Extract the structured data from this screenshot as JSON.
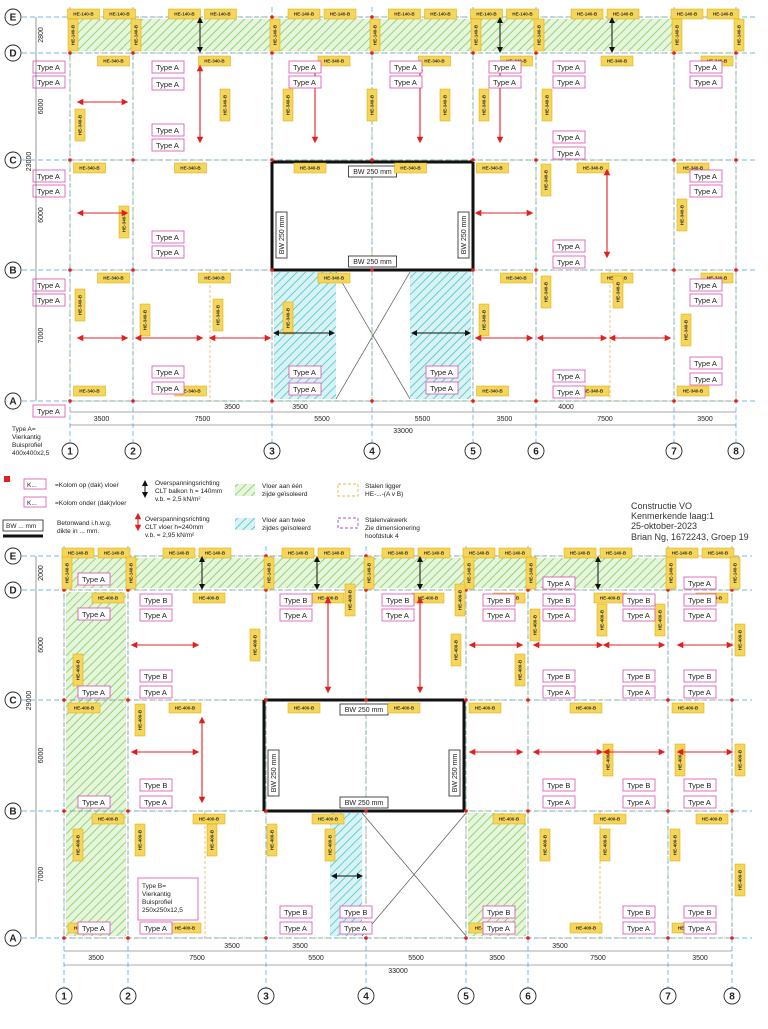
{
  "title_block": {
    "line1": "Constructie VO",
    "line2": "Kenmerkende laag:1",
    "line3": "25-oktober-2023",
    "line4": "Brian Ng, 1672243, Groep 19"
  },
  "legend": {
    "kolom_symbol": "K...",
    "kolom_op": "=Kolom op (dak) vloer",
    "kolom_onder": "=Kolom onder (dak)vloer",
    "bw_symbol": "BW ... mm",
    "betonwand_1": "Betonwand i.h.w.g.",
    "betonwand_2": "dikte in ... mm.",
    "overspanning_balkon_1": "Overspanningsrichting",
    "overspanning_balkon_2": "CLT balkon h = 140mm",
    "overspanning_balkon_3": "v.b. = 2,5 kN/m²",
    "overspanning_vloer_1": "Overspanningsrichting",
    "overspanning_vloer_2": "CLT vloer h=240mm",
    "overspanning_vloer_3": "v.b. = 2,95 kN/m²",
    "vloer_een_1": "Vloer aan één",
    "vloer_een_2": "zijde geïsoleerd",
    "vloer_twee_1": "Vloer aan twee",
    "vloer_twee_2": "zijdes geïsoleerd",
    "stalen_ligger_1": "Stalen ligger",
    "stalen_ligger_2": "HE-...-(A v B)",
    "stalen_vakwerk_1": "Stalenvakwerk",
    "stalen_vakwerk_2": "Zie dimensionering",
    "stalen_vakwerk_3": "hoofdstuk 4"
  },
  "plan1": {
    "grid_cols": [
      "1",
      "2",
      "3",
      "4",
      "5",
      "6",
      "7",
      "8"
    ],
    "grid_rows": [
      "E",
      "D",
      "C",
      "B",
      "A"
    ],
    "spans_bottom": [
      "3500",
      "7500",
      "5500",
      "5500",
      "3500",
      "7500",
      "3500"
    ],
    "spans_extra": [
      "3500",
      "3500",
      "4000"
    ],
    "total": "33000",
    "side_dims": [
      "2800",
      "6000",
      "6000",
      "7000"
    ],
    "side_total": "23000",
    "beam_label": "HE-340-B",
    "beam_label_top": "HE-140-B",
    "type_label": "Type A",
    "walls": [
      "BW 250 mm",
      "BW 250 mm",
      "BW 250 mm",
      "BW 250 mm"
    ],
    "type_def": [
      "Type A=",
      "Vierkantig",
      "Buisprofiel",
      "400x400x2,5"
    ]
  },
  "plan2": {
    "grid_cols": [
      "1",
      "2",
      "3",
      "4",
      "5",
      "6",
      "7",
      "8"
    ],
    "grid_rows": [
      "E",
      "D",
      "C",
      "B",
      "A"
    ],
    "spans_bottom": [
      "3500",
      "7500",
      "5500",
      "5500",
      "3500",
      "7500",
      "3500"
    ],
    "spans_extra": [
      "3500",
      "3500",
      "3500"
    ],
    "total": "33000",
    "side_dims": [
      "2000",
      "6000",
      "6000",
      "7000"
    ],
    "side_total": "29000",
    "beam_label": "HE-400-B",
    "beam_label_top": "HE-140-B",
    "type_a": "Type A",
    "type_b": "Type B",
    "walls": [
      "BW 250 mm",
      "BW 250 mm",
      "BW 250 mm",
      "BW 250 mm"
    ],
    "type_def": [
      "Type B=",
      "Vierkantig",
      "Buisprofiel",
      "250x250x12,5"
    ]
  }
}
